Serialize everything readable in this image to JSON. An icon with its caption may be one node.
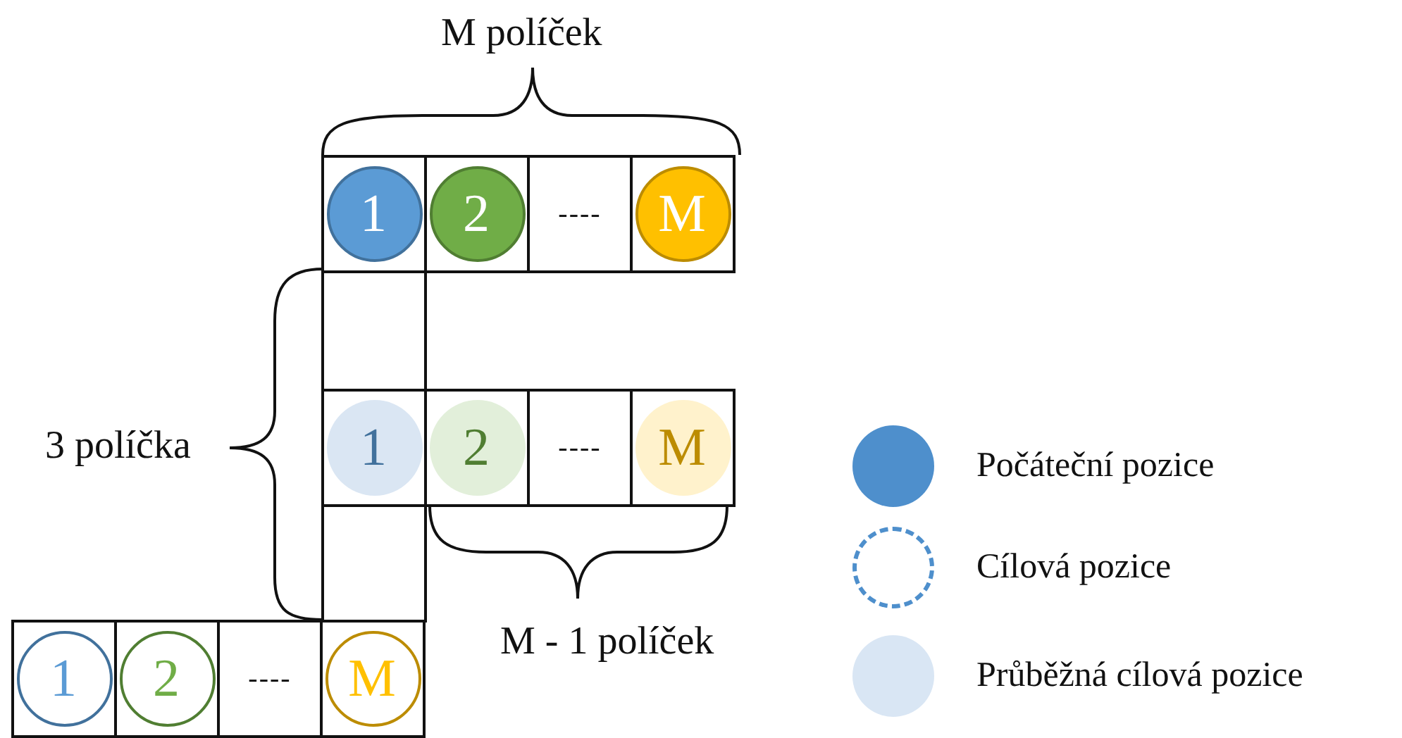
{
  "diagram": {
    "nodes": [
      {
        "text": [],
        "shape": "box"
      },
      {
        "text": [
          "1"
        ],
        "in": 0
      },
      {
        "text": [],
        "shape": "box"
      },
      {
        "text": [
          "2"
        ],
        "in": 2
      },
      {
        "text": [
          "----"
        ]
      },
      {
        "text": [],
        "shape": "box"
      },
      {
        "text": [
          "M"
        ],
        "in": 5
      },
      {
        "text": [],
        "shape": "box"
      },
      {
        "text": [],
        "shape": "box"
      },
      {
        "text": [
          "1"
        ],
        "in": 8
      },
      {
        "text": [],
        "shape": "box"
      },
      {
        "text": [
          "2"
        ],
        "in": 10
      },
      {
        "text": [
          "----"
        ]
      },
      {
        "text": [],
        "shape": "box"
      },
      {
        "text": [
          "M"
        ],
        "in": 13
      },
      {
        "text": [],
        "shape": "box"
      },
      {
        "text": [],
        "shape": "box"
      },
      {
        "text": [
          "1"
        ],
        "in": 16
      },
      {
        "text": [],
        "shape": "box"
      },
      {
        "text": [
          "2"
        ],
        "in": 18
      },
      {
        "text": [
          "----"
        ]
      },
      {
        "text": [],
        "shape": "box"
      },
      {
        "text": [
          "M"
        ],
        "in": 21
      }
    ],
    "edges": [],
    "labels": [
      "M políček",
      "3 políčka",
      "M - 1 políček"
    ],
    "legend": [
      {
        "text": "Počáteční pozice",
        "color": "#4e8fcc"
      },
      {
        "text": "Cílová pozice"
      },
      {
        "text": "Průběžná cílová pozice",
        "color": "#d9e6f4"
      }
    ]
  }
}
